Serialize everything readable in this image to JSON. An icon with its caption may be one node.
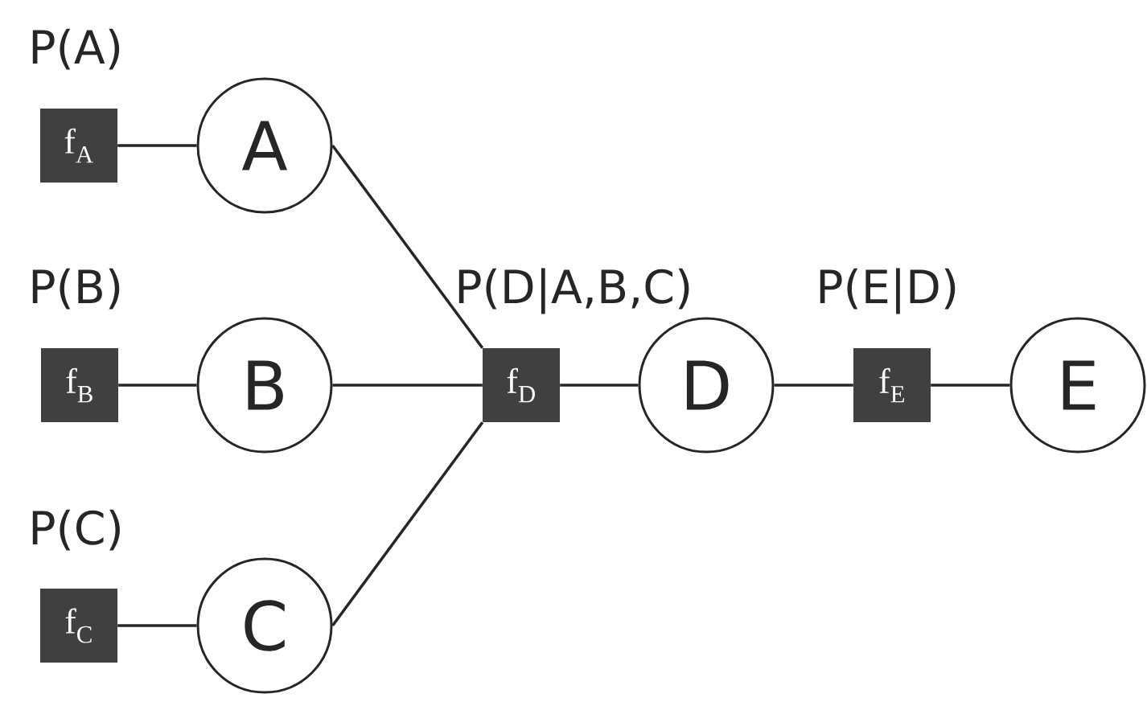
{
  "diagram": {
    "nodes": [
      {
        "text": [
          "f$_{A}$"
        ],
        "beside": [
          "P(A)"
        ]
      },
      {
        "text": [
          "A"
        ]
      },
      {
        "text": [
          "f$_{B}$"
        ],
        "beside": [
          "P(B)"
        ]
      },
      {
        "text": [
          "B"
        ]
      },
      {
        "text": [
          "f$_{C}$"
        ],
        "beside": [
          "P(C)"
        ]
      },
      {
        "text": [
          "C"
        ]
      },
      {
        "text": [
          "f$_{D}$"
        ]
      },
      {
        "text": [
          "D"
        ]
      },
      {
        "text": [
          "f$_{E}$"
        ],
        "beside": [
          "P(E|D)"
        ]
      },
      {
        "text": [
          "E"
        ]
      }
    ],
    "edges": [
      {
        "from": 0,
        "to": 1,
        "arrow": "none"
      },
      {
        "from": 2,
        "to": 3,
        "arrow": "none"
      },
      {
        "from": 4,
        "to": 5,
        "arrow": "none"
      },
      {
        "from": 1,
        "to": 6,
        "arrow": "none"
      },
      {
        "from": 3,
        "to": 6,
        "arrow": "none"
      },
      {
        "from": 5,
        "to": 6,
        "arrow": "none"
      },
      {
        "from": 6,
        "to": 7,
        "arrow": "none"
      },
      {
        "from": 7,
        "to": 8,
        "arrow": "none"
      },
      {
        "from": 8,
        "to": 9,
        "arrow": "none"
      }
    ],
    "labels": [
      "P(D|A,B,C)"
    ]
  }
}
